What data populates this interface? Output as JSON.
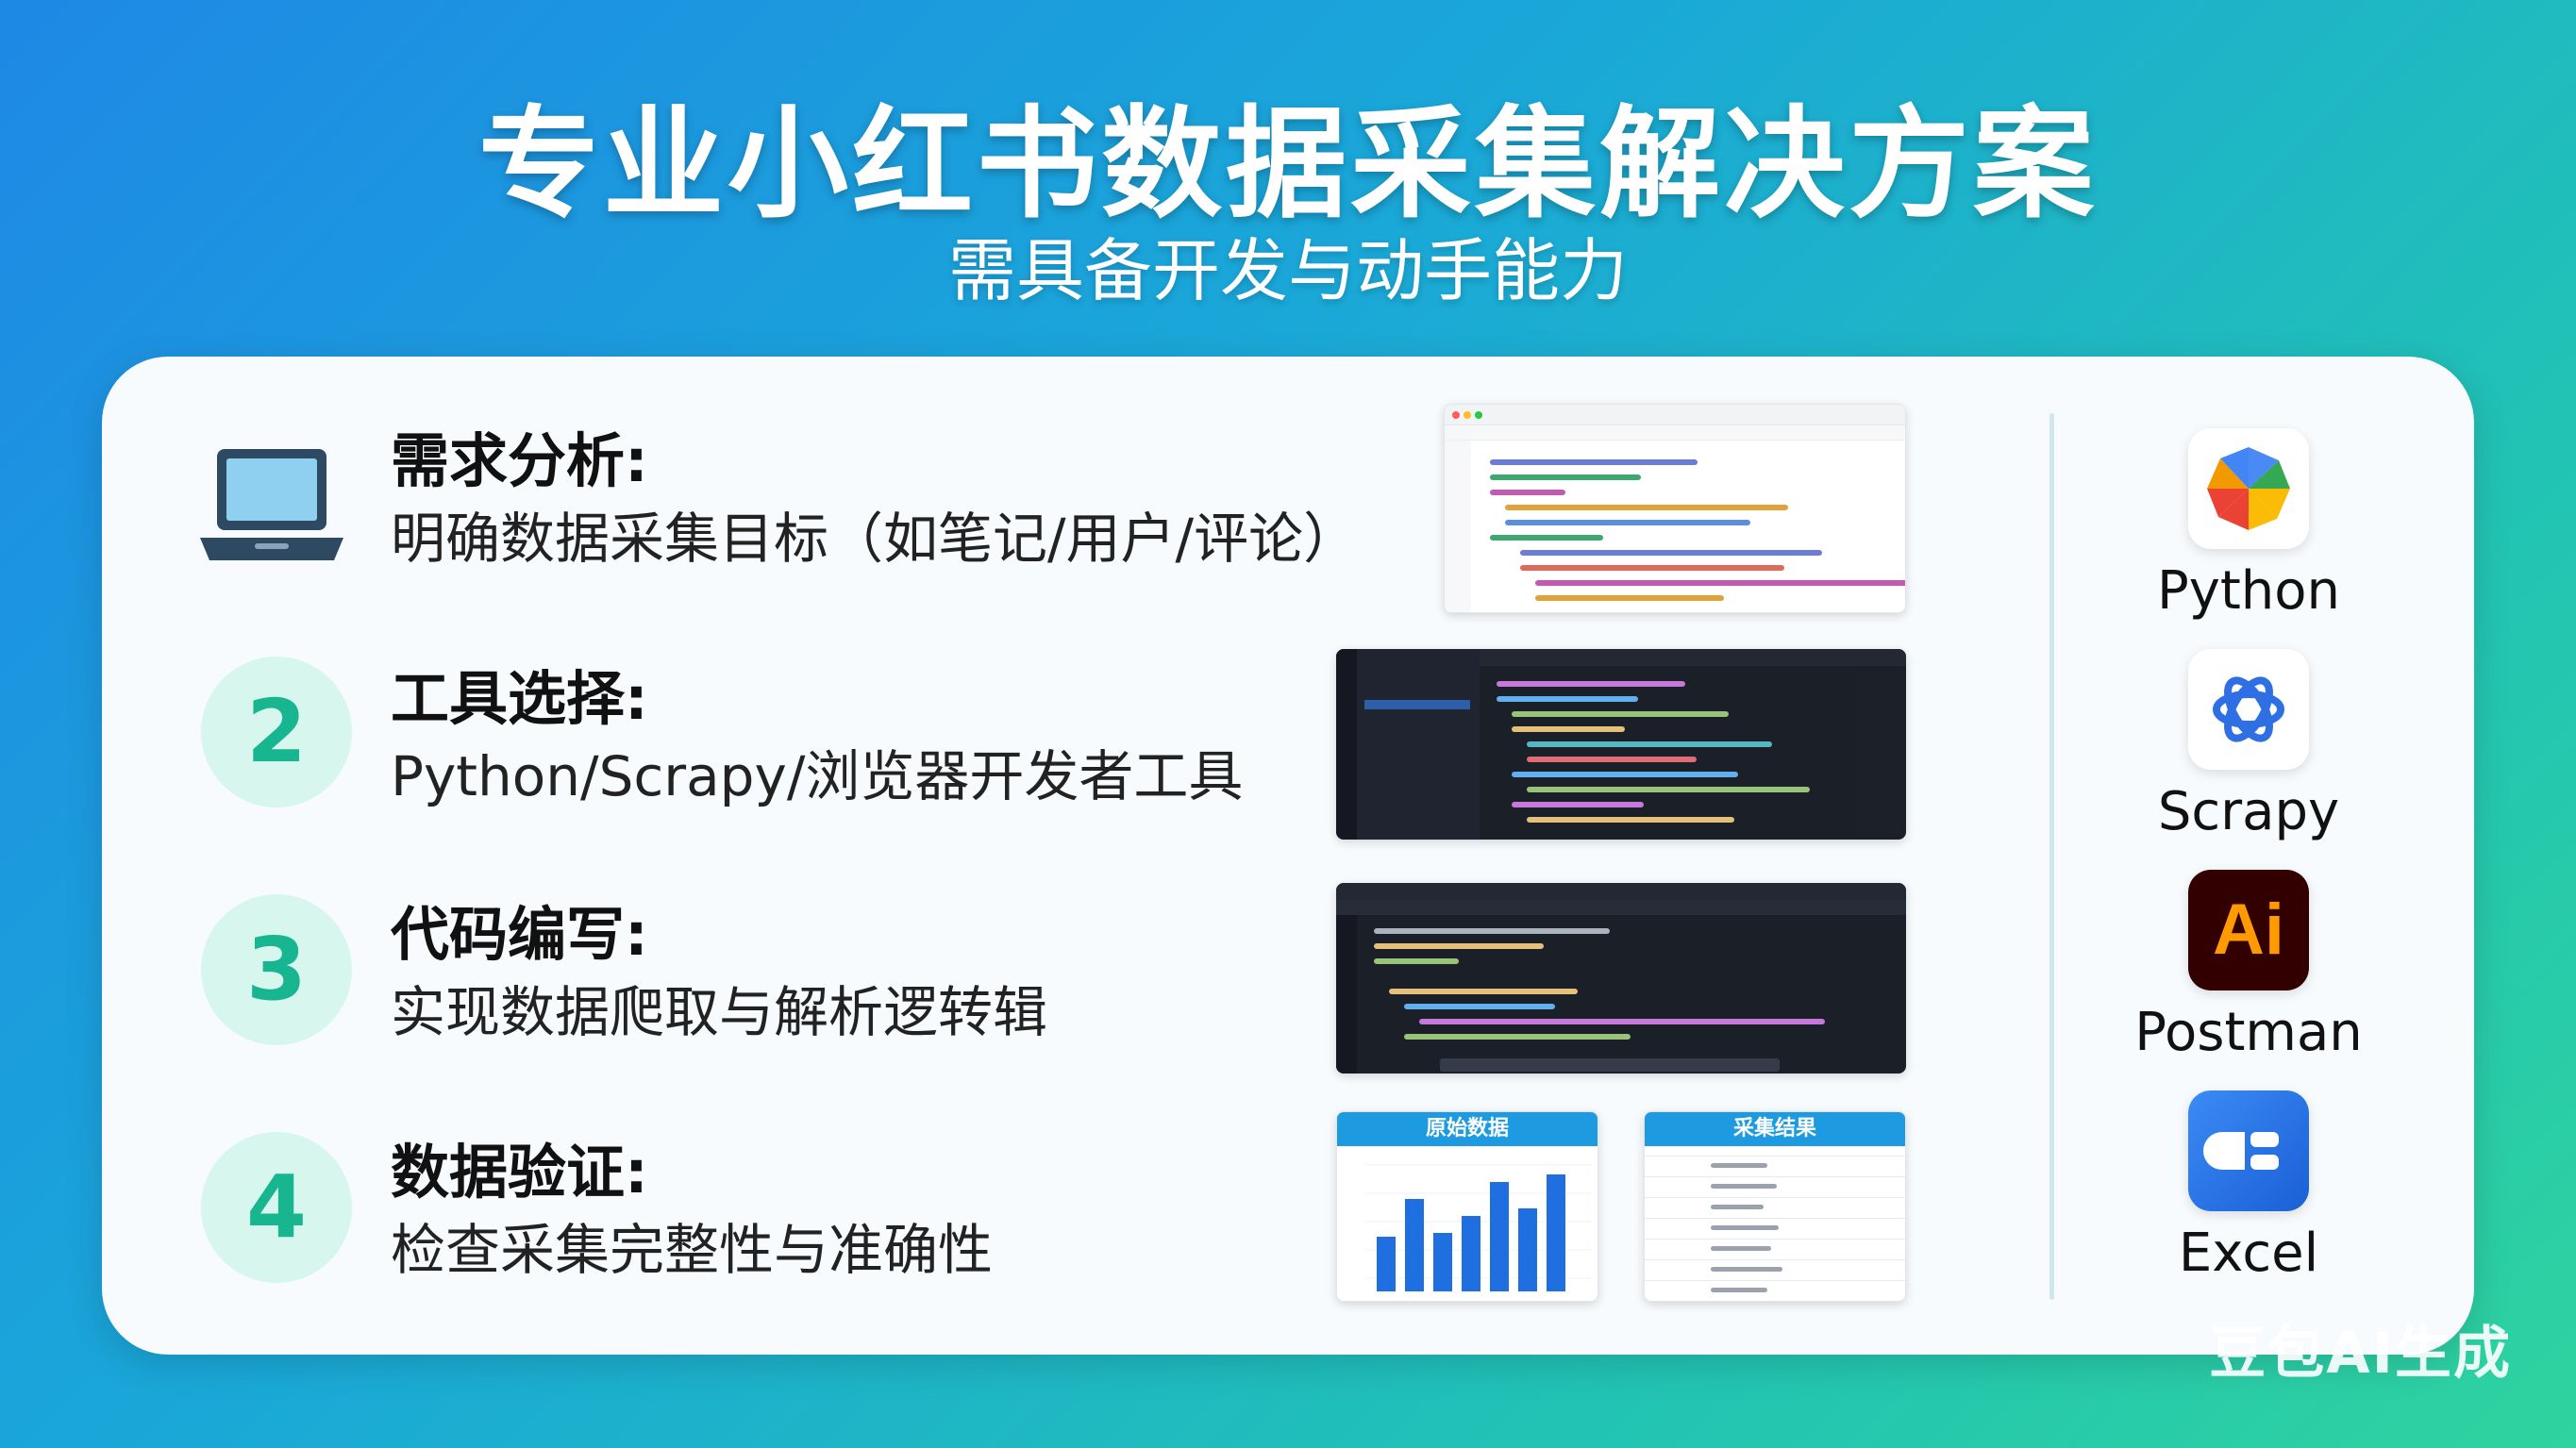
{
  "header": {
    "title": "专业小红书数据采集解决方案",
    "subtitle": "需具备开发与动手能力"
  },
  "steps": [
    {
      "badge": "",
      "icon": "laptop-icon",
      "title": "需求分析:",
      "desc": "明确数据采集目标（如笔记/用户/评论）"
    },
    {
      "badge": "2",
      "title": "工具选择:",
      "desc": "Python/Scrapy/浏览器开发者工具"
    },
    {
      "badge": "3",
      "title": "代码编写:",
      "desc": "实现数据爬取与解析逻转辑"
    },
    {
      "badge": "4",
      "title": "数据验证:",
      "desc": "检查采集完整性与准确性"
    }
  ],
  "panels": {
    "raw_data": "原始数据",
    "result": "采集结果"
  },
  "tools": [
    {
      "label": "Python",
      "icon": "photos-pinwheel-icon"
    },
    {
      "label": "Scrapy",
      "icon": "openai-knot-icon"
    },
    {
      "label": "Postman",
      "icon": "adobe-illustrator-icon",
      "icon_text": "Ai"
    },
    {
      "label": "Excel",
      "icon": "excel-icon"
    }
  ],
  "watermark": "豆包AI生成",
  "colors": {
    "badge_bg": "#d6f6ee",
    "badge_text": "#18b690",
    "panel_blue": "#1e9be0",
    "bar_blue": "#1f6fe0"
  }
}
